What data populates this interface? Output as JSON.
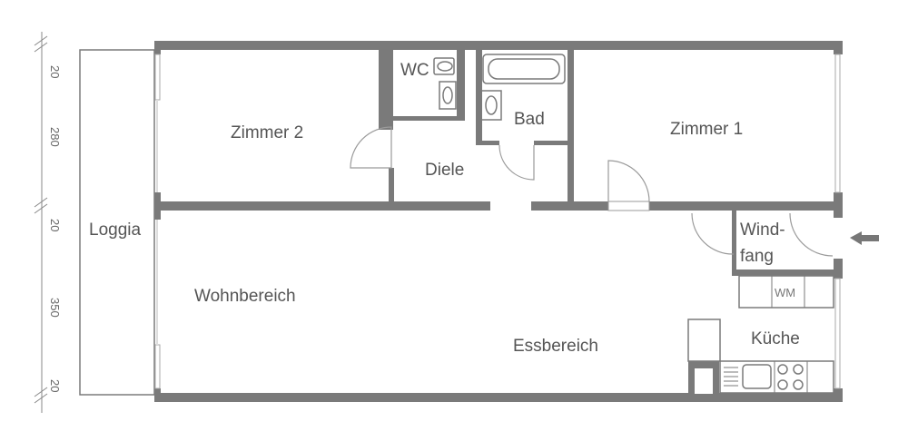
{
  "rooms": {
    "zimmer2": "Zimmer 2",
    "wc": "WC",
    "bad": "Bad",
    "zimmer1": "Zimmer 1",
    "diele": "Diele",
    "loggia": "Loggia",
    "windfang_1": "Wind-",
    "windfang_2": "fang",
    "wohnbereich": "Wohnbereich",
    "essbereich": "Essbereich",
    "kueche": "Küche",
    "wm": "WM"
  },
  "dimensions": [
    "20",
    "280",
    "20",
    "350",
    "20"
  ],
  "icons": {
    "entrance": "arrow-left-icon"
  },
  "colors": {
    "wall": "#7a7a7a",
    "text": "#555555"
  }
}
